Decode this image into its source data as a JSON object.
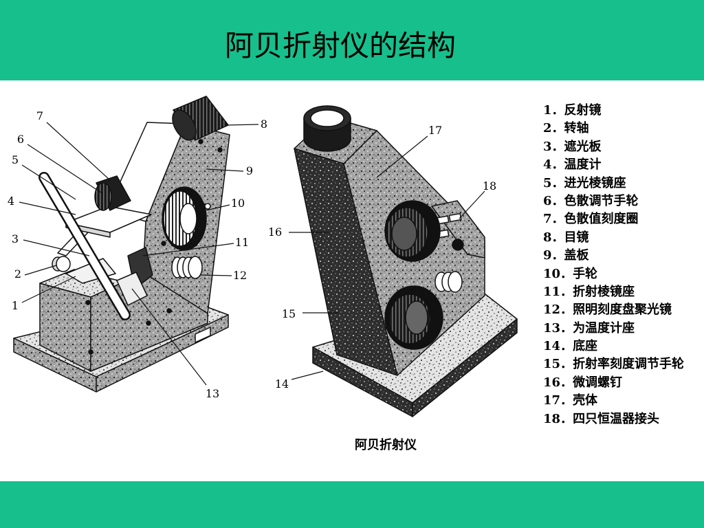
{
  "title": "阿贝折射仪的结构",
  "caption": "阿贝折射仪",
  "colors": {
    "band": "#16bf8b",
    "background": "#ffffff",
    "text": "#000000"
  },
  "diagram": {
    "left_callouts": [
      "1",
      "2",
      "3",
      "4",
      "5",
      "6",
      "7",
      "8",
      "9",
      "10",
      "11",
      "12",
      "13"
    ],
    "right_callouts": [
      "14",
      "15",
      "16",
      "17",
      "18"
    ]
  },
  "legend": [
    {
      "num": "1．",
      "label": "反射镜"
    },
    {
      "num": "2．",
      "label": "转轴"
    },
    {
      "num": "3．",
      "label": "遮光板"
    },
    {
      "num": "4．",
      "label": "温度计"
    },
    {
      "num": "5．",
      "label": "进光棱镜座"
    },
    {
      "num": "6．",
      "label": "色散调节手轮"
    },
    {
      "num": "7．",
      "label": "色散值刻度圈"
    },
    {
      "num": "8．",
      "label": "目镜"
    },
    {
      "num": "9．",
      "label": "盖板"
    },
    {
      "num": "10．",
      "label": "手轮"
    },
    {
      "num": "11．",
      "label": "折射棱镜座"
    },
    {
      "num": "12．",
      "label": "照明刻度盘聚光镜"
    },
    {
      "num": "13．",
      "label": "为温度计座"
    },
    {
      "num": "14．",
      "label": "底座"
    },
    {
      "num": "15．",
      "label": "折射率刻度调节手轮"
    },
    {
      "num": "16．",
      "label": "微调螺钉"
    },
    {
      "num": "17．",
      "label": "壳体"
    },
    {
      "num": "18．",
      "label": "四只恒温器接头"
    }
  ]
}
